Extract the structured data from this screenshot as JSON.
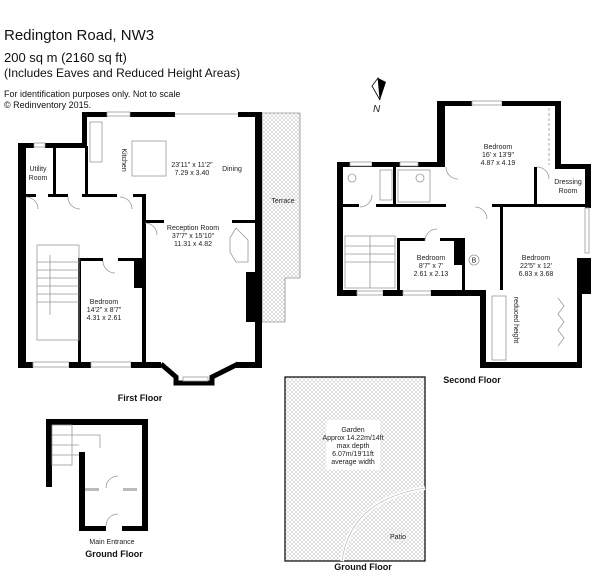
{
  "header": {
    "title": "Redington Road, NW3",
    "area": "200 sq m (2160 sq ft)",
    "includes": "(Includes Eaves and Reduced Height Areas)",
    "disclaimer": "For identification purposes only. Not to scale",
    "copyright": "© Redinventory 2015."
  },
  "compass": {
    "label": "N"
  },
  "first_floor": {
    "title": "First Floor",
    "utility": {
      "line1": "Utility",
      "line2": "Room"
    },
    "kitchen": "Kitchen",
    "kitchen_dining_dims": {
      "imperial": "23'11\" x 11'2\"",
      "metric": "7.29 x 3.40"
    },
    "dining": "Dining",
    "terrace": "Terrace",
    "reception": {
      "name": "Reception Room",
      "imperial": "37'7\" x 15'10\"",
      "metric": "11.31 x 4.82"
    },
    "bedroom": {
      "name": "Bedroom",
      "imperial": "14'2\" x 8'7\"",
      "metric": "4.31 x 2.61"
    }
  },
  "second_floor": {
    "title": "Second Floor",
    "bedroom_top": {
      "name": "Bedroom",
      "imperial": "16' x 13'9\"",
      "metric": "4.87 x 4.19"
    },
    "dressing": {
      "line1": "Dressing",
      "line2": "Room"
    },
    "bedroom_small": {
      "name": "Bedroom",
      "imperial": "8'7\" x 7'",
      "metric": "2.61 x 2.13"
    },
    "boiler": "B",
    "bedroom_large": {
      "name": "Bedroom",
      "imperial": "22'5\" x 12'",
      "metric": "6.83 x 3.68"
    },
    "reduced": "reduced height"
  },
  "garden": {
    "title": "Ground Floor",
    "lines": [
      "Garden",
      "Approx 14.22m/14ft",
      "max depth",
      "6.07m/19'11ft",
      "average width"
    ],
    "patio": "Patio"
  },
  "ground_floor": {
    "title": "Ground Floor",
    "entrance": "Main Entrance"
  }
}
